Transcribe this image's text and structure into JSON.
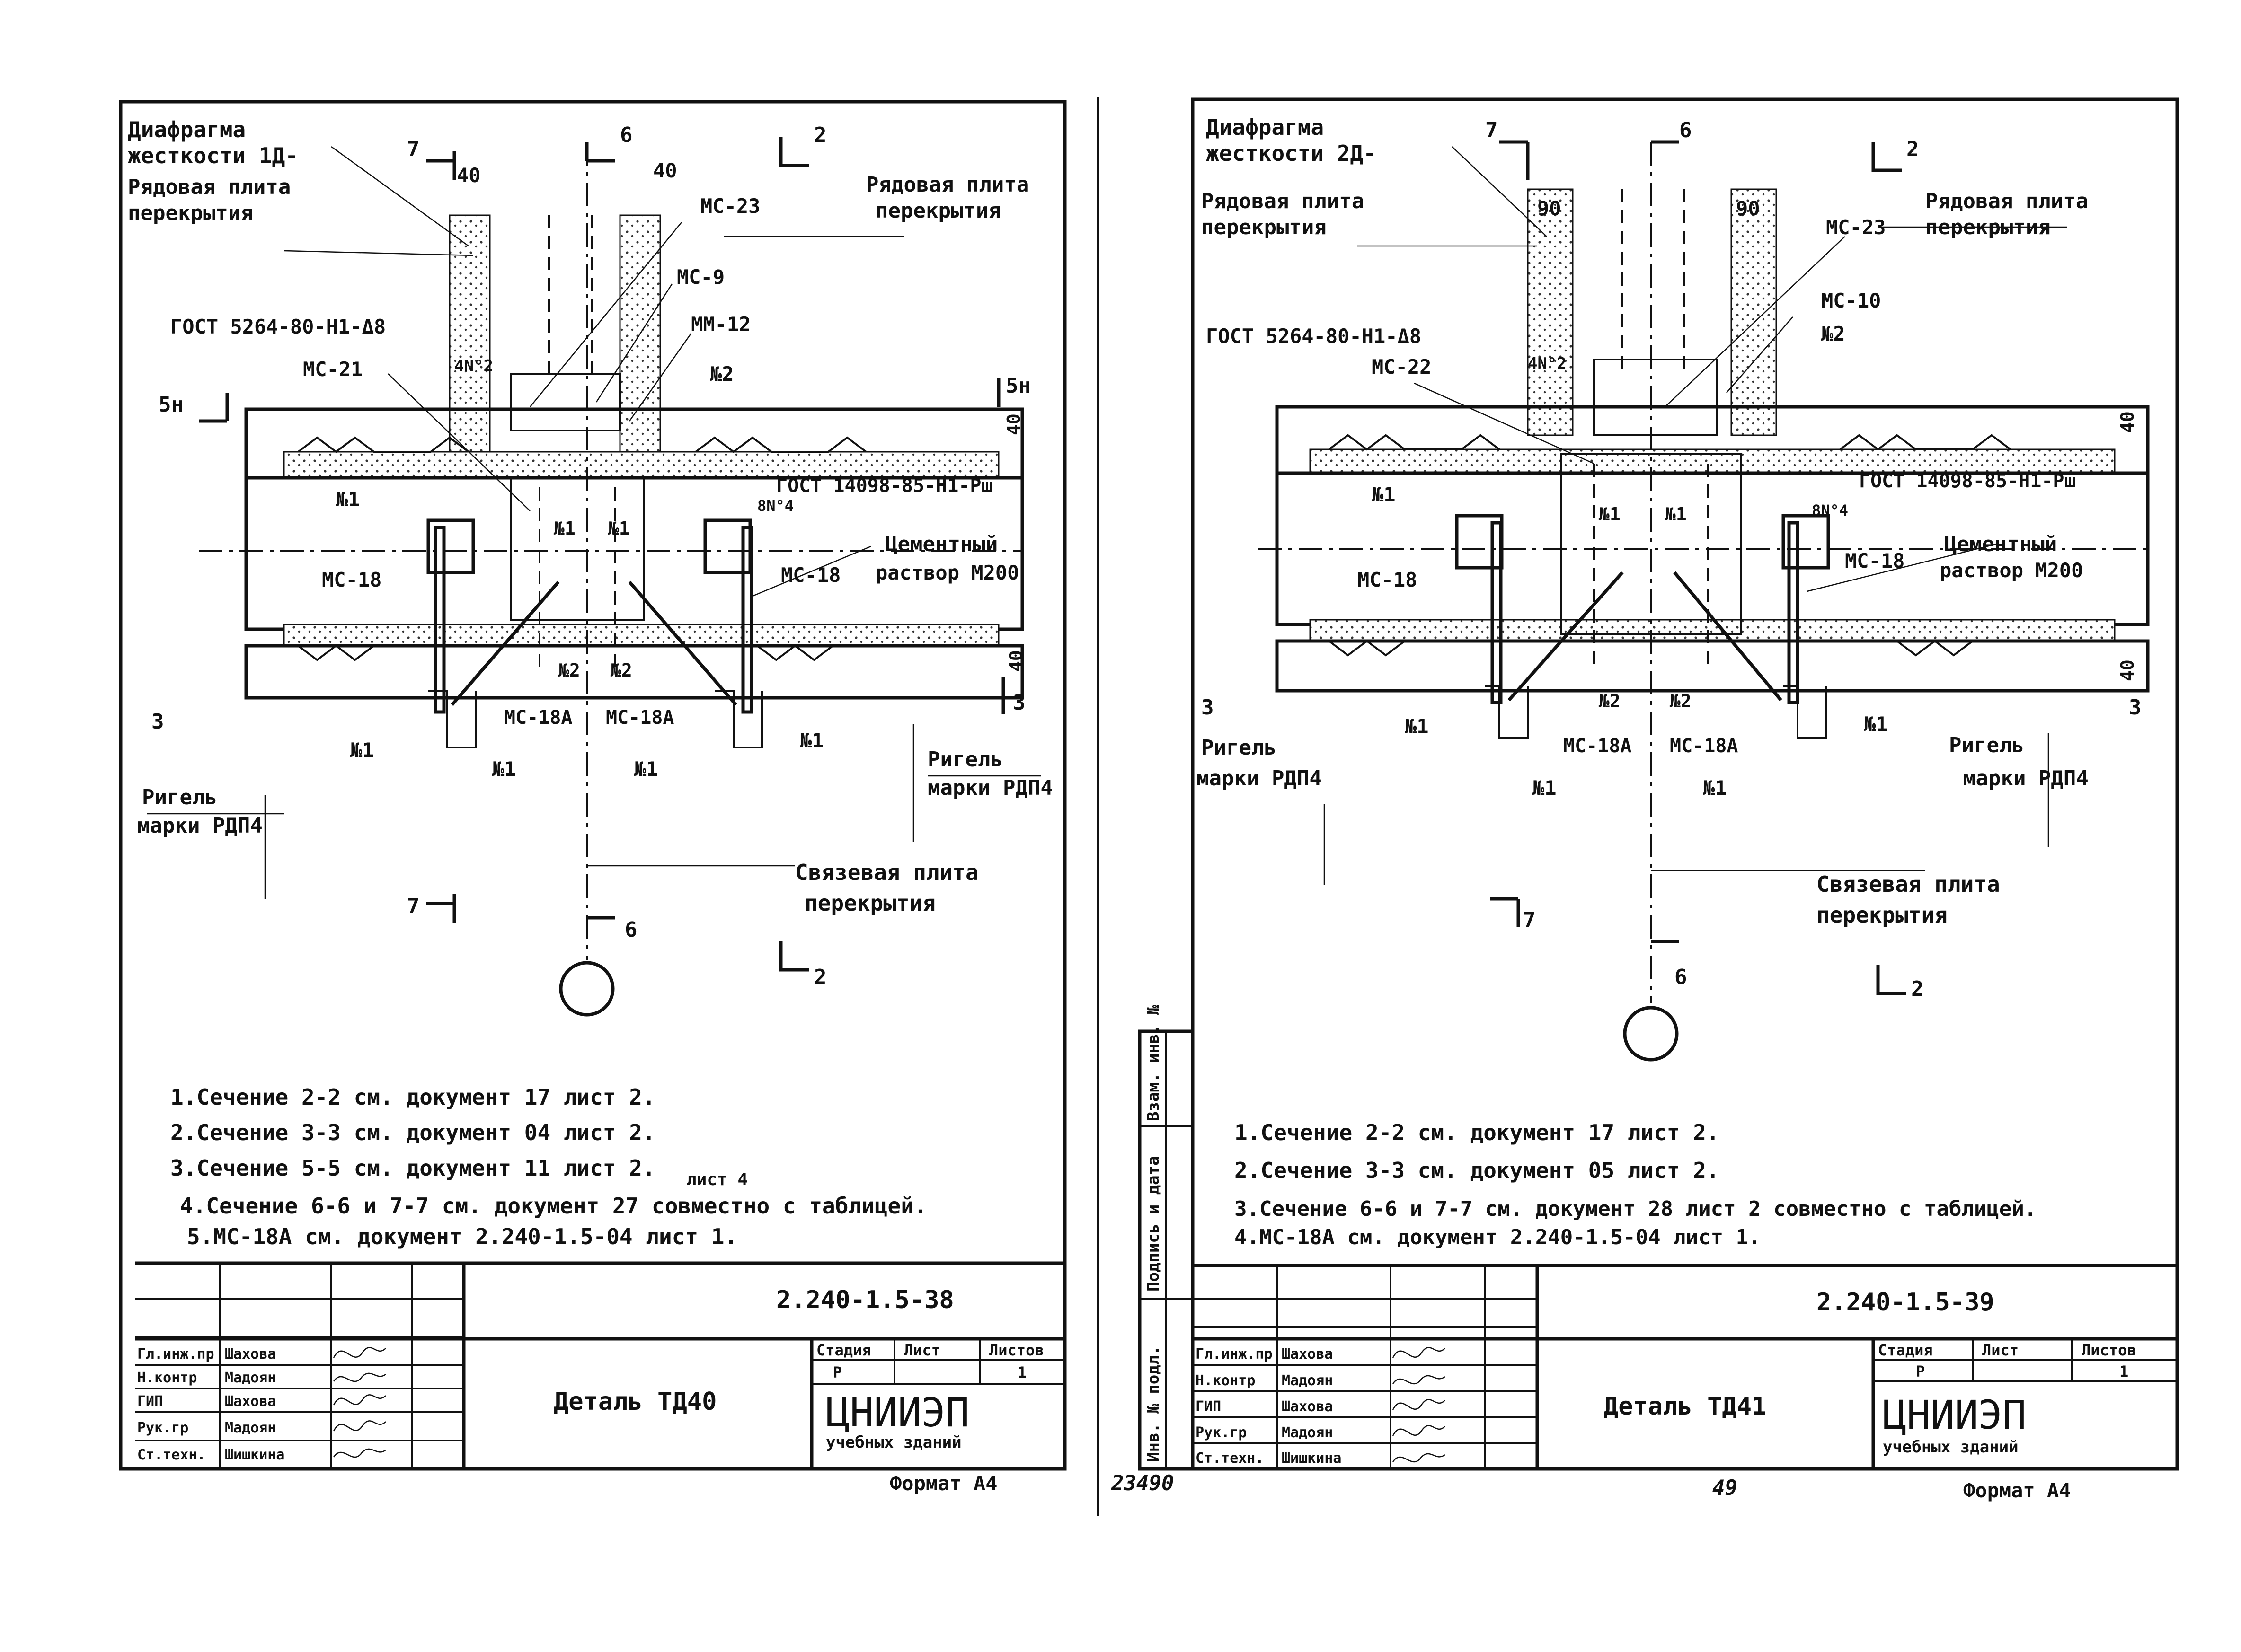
{
  "sheets": [
    {
      "diaphragm": [
        "Диафрагма",
        "жесткости 1Д-"
      ],
      "dim_left": "40",
      "dim_right": "40",
      "sec6": "6",
      "sec7": "7",
      "sec2": "2",
      "sec5": "5н",
      "sec3": "3",
      "labels": {
        "row_slab_left": [
          "Рядовая плита",
          "перекрытия"
        ],
        "row_slab_right": [
          "Рядовая плита",
          "перекрытия"
        ],
        "gost1": "ГОСТ 5264-80-Н1-Δ8",
        "ms23": "МС-23",
        "ms9": "МС-9",
        "mm12": "ММ-12",
        "no2a": "№2",
        "ms21": "МС-21",
        "weld": "4N°2",
        "gost2": "ГОСТ 14098-85-Н1-Рш",
        "no1a": "№1",
        "no1b": "№1",
        "no1c": "№1",
        "weld2": "8N°4",
        "ms18l": "МС-18",
        "ms18r": "МС-18",
        "cement": [
          "Цементный",
          "раствор М200"
        ],
        "no2b": "№2",
        "no2c": "№2",
        "ms18al": "МС-18А",
        "ms18ar": "МС-18А",
        "no1d": "№1",
        "no1e": "№1",
        "no1f": "№1",
        "no1g": "№1",
        "rigel_left": [
          "Ригель",
          "марки РДП4"
        ],
        "rigel_right": [
          "Ригель",
          "марки РДП4"
        ],
        "tie_slab": [
          "Связевая плита",
          "перекрытия"
        ],
        "dim40a": "40",
        "dim40b": "40"
      },
      "notes": [
        "1.Сечение 2-2 см. документ 17 лист 2.",
        "2.Сечение 3-3 см. документ 04 лист 2.",
        "3.Сечение 5-5 см. документ 11 лист 2.",
        "4.Сечение 6-6 и 7-7 см. документ 27 совместно с таблицей.",
        "5.МС-18А см. документ 2.240-1.5-04 лист 1."
      ],
      "note4_insert": "лист 4",
      "doc_code": "2.240-1.5-38",
      "title": "Деталь ТД40",
      "signers": [
        {
          "role": "Гл.инж.пр",
          "name": "Шахова"
        },
        {
          "role": "Н.контр",
          "name": "Мадоян"
        },
        {
          "role": "ГИП",
          "name": "Шахова"
        },
        {
          "role": "Рук.гр",
          "name": "Мадоян"
        },
        {
          "role": "Ст.техн.",
          "name": "Шишкина"
        }
      ],
      "stage_head": [
        "Стадия",
        "Лист",
        "Листов"
      ],
      "stage_vals": [
        "Р",
        "",
        "1"
      ],
      "org": "ЦНИИЭП",
      "org_sub": "учебных зданий",
      "format": "Формат А4",
      "page_no": "",
      "inv_no": ""
    },
    {
      "diaphragm": [
        "Диафрагма",
        "жесткости 2Д-"
      ],
      "dim_left": "90",
      "dim_right": "90",
      "sec6": "6",
      "sec7": "7",
      "sec2": "2",
      "sec5": "",
      "sec3": "3",
      "labels": {
        "row_slab_left": [
          "Рядовая плита",
          "перекрытия"
        ],
        "row_slab_right": [
          "Рядовая плита",
          "перекрытия"
        ],
        "gost1": "ГОСТ 5264-80-Н1-Δ8",
        "ms23": "МС-23",
        "ms9": "МС-10",
        "mm12": "№2",
        "no2a": "",
        "ms21": "МС-22",
        "weld": "4N°2",
        "gost2": "ГОСТ 14098-85-Н1-Рш",
        "no1a": "№1",
        "no1b": "№1",
        "no1c": "№1",
        "weld2": "8N°4",
        "ms18l": "МС-18",
        "ms18r": "МС-18",
        "cement": [
          "Цементный",
          "раствор М200"
        ],
        "no2b": "№2",
        "no2c": "№2",
        "ms18al": "МС-18А",
        "ms18ar": "МС-18А",
        "no1d": "№1",
        "no1e": "№1",
        "no1f": "№1",
        "no1g": "№1",
        "rigel_left": [
          "Ригель",
          "марки РДП4"
        ],
        "rigel_right": [
          "Ригель",
          "марки РДП4"
        ],
        "tie_slab": [
          "Связевая плита",
          "перекрытия"
        ],
        "dim40a": "40",
        "dim40b": "40"
      },
      "notes": [
        "1.Сечение 2-2 см. документ 17 лист 2.",
        "2.Сечение 3-3 см. документ 05 лист 2.",
        "3.Сечение 6-6 и 7-7 см. документ 28 лист 2 совместно с таблицей.",
        "4.МС-18А см. документ 2.240-1.5-04 лист 1.",
        ""
      ],
      "note4_insert": "",
      "doc_code": "2.240-1.5-39",
      "title": "Деталь ТД41",
      "signers": [
        {
          "role": "Гл.инж.пр",
          "name": "Шахова"
        },
        {
          "role": "Н.контр",
          "name": "Мадоян"
        },
        {
          "role": "ГИП",
          "name": "Шахова"
        },
        {
          "role": "Рук.гр",
          "name": "Мадоян"
        },
        {
          "role": "Ст.техн.",
          "name": "Шишкина"
        }
      ],
      "stage_head": [
        "Стадия",
        "Лист",
        "Листов"
      ],
      "stage_vals": [
        "Р",
        "",
        "1"
      ],
      "org": "ЦНИИЭП",
      "org_sub": "учебных зданий",
      "format": "Формат А4",
      "page_no": "49",
      "inv_no": "23490"
    }
  ],
  "side_stamp": [
    "Инв. № подл.",
    "Подпись и дата",
    "Взам. инв. №"
  ]
}
